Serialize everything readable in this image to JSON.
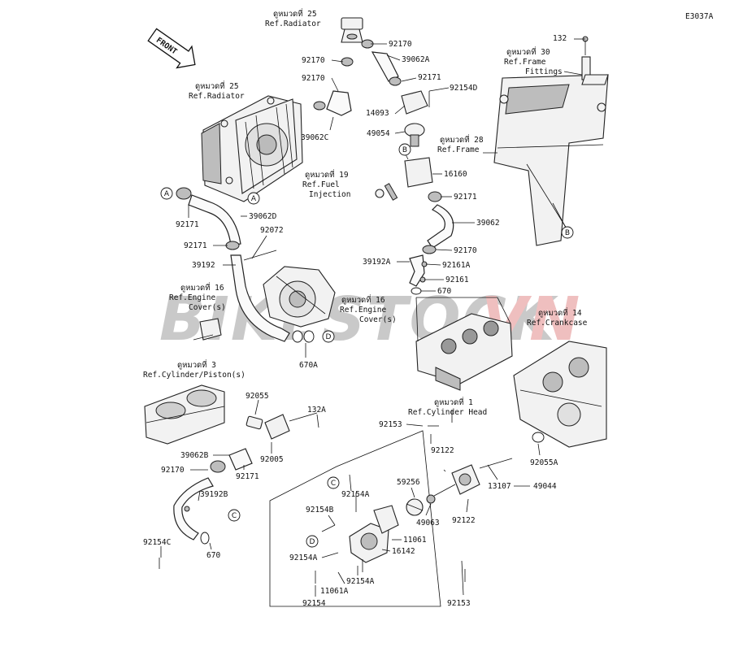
{
  "diagram_code": "E3037A",
  "front_label": "FRONT",
  "watermark": {
    "left": "BIKESTOCK",
    "right": "VN",
    "left_color": "#9e9e9e",
    "right_color": "#e38b8b"
  },
  "references": [
    {
      "id": "ref_radiator_top",
      "thai": "ดูหมวดที่ 25",
      "text": "Ref.Radiator"
    },
    {
      "id": "ref_frame_fittings",
      "thai": "ดูหมวดที่ 30",
      "text": "Ref.Frame",
      "text2": "Fittings"
    },
    {
      "id": "ref_radiator_left",
      "thai": "ดูหมวดที่ 25",
      "text": "Ref.Radiator"
    },
    {
      "id": "ref_frame",
      "thai": "ดูหมวดที่ 28",
      "text": "Ref.Frame"
    },
    {
      "id": "ref_fuel_injection",
      "thai": "ดูหมวดที่ 19",
      "text": "Ref.Fuel",
      "text2": "Injection"
    },
    {
      "id": "ref_engine_cover_left",
      "thai": "ดูหมวดที่ 16",
      "text": "Ref.Engine",
      "text2": "Cover(s)"
    },
    {
      "id": "ref_engine_cover_mid",
      "thai": "ดูหมวดที่ 16",
      "text": "Ref.Engine",
      "text2": "Cover(s)"
    },
    {
      "id": "ref_crankcase",
      "thai": "ดูหมวดที่ 14",
      "text": "Ref.Crankcase"
    },
    {
      "id": "ref_cylinder_piston",
      "thai": "ดูหมวดที่ 3",
      "text": "Ref.Cylinder/Piston(s)"
    },
    {
      "id": "ref_cylinder_head",
      "thai": "ดูหมวดที่ 1",
      "text": "Ref.Cylinder Head"
    }
  ],
  "circle_labels": [
    "A",
    "A",
    "B",
    "B",
    "C",
    "C",
    "D",
    "D"
  ],
  "part_numbers": [
    "92170",
    "39062A",
    "92171",
    "92154D",
    "92170",
    "92170",
    "14093",
    "49054",
    "39062C",
    "16160",
    "92171",
    "39062",
    "92170",
    "92161A",
    "92161",
    "670",
    "39192A",
    "132",
    "92171",
    "39062D",
    "92171",
    "92072",
    "39192",
    "670A",
    "92055",
    "132A",
    "39062B",
    "92171",
    "92005",
    "92170",
    "39192B",
    "92154C",
    "670",
    "92153",
    "92122",
    "92055A",
    "13107",
    "49044",
    "59256",
    "49063",
    "92154A",
    "92154B",
    "11061",
    "16142",
    "92154A",
    "92154A",
    "11061A",
    "92154",
    "92122",
    "92153"
  ]
}
